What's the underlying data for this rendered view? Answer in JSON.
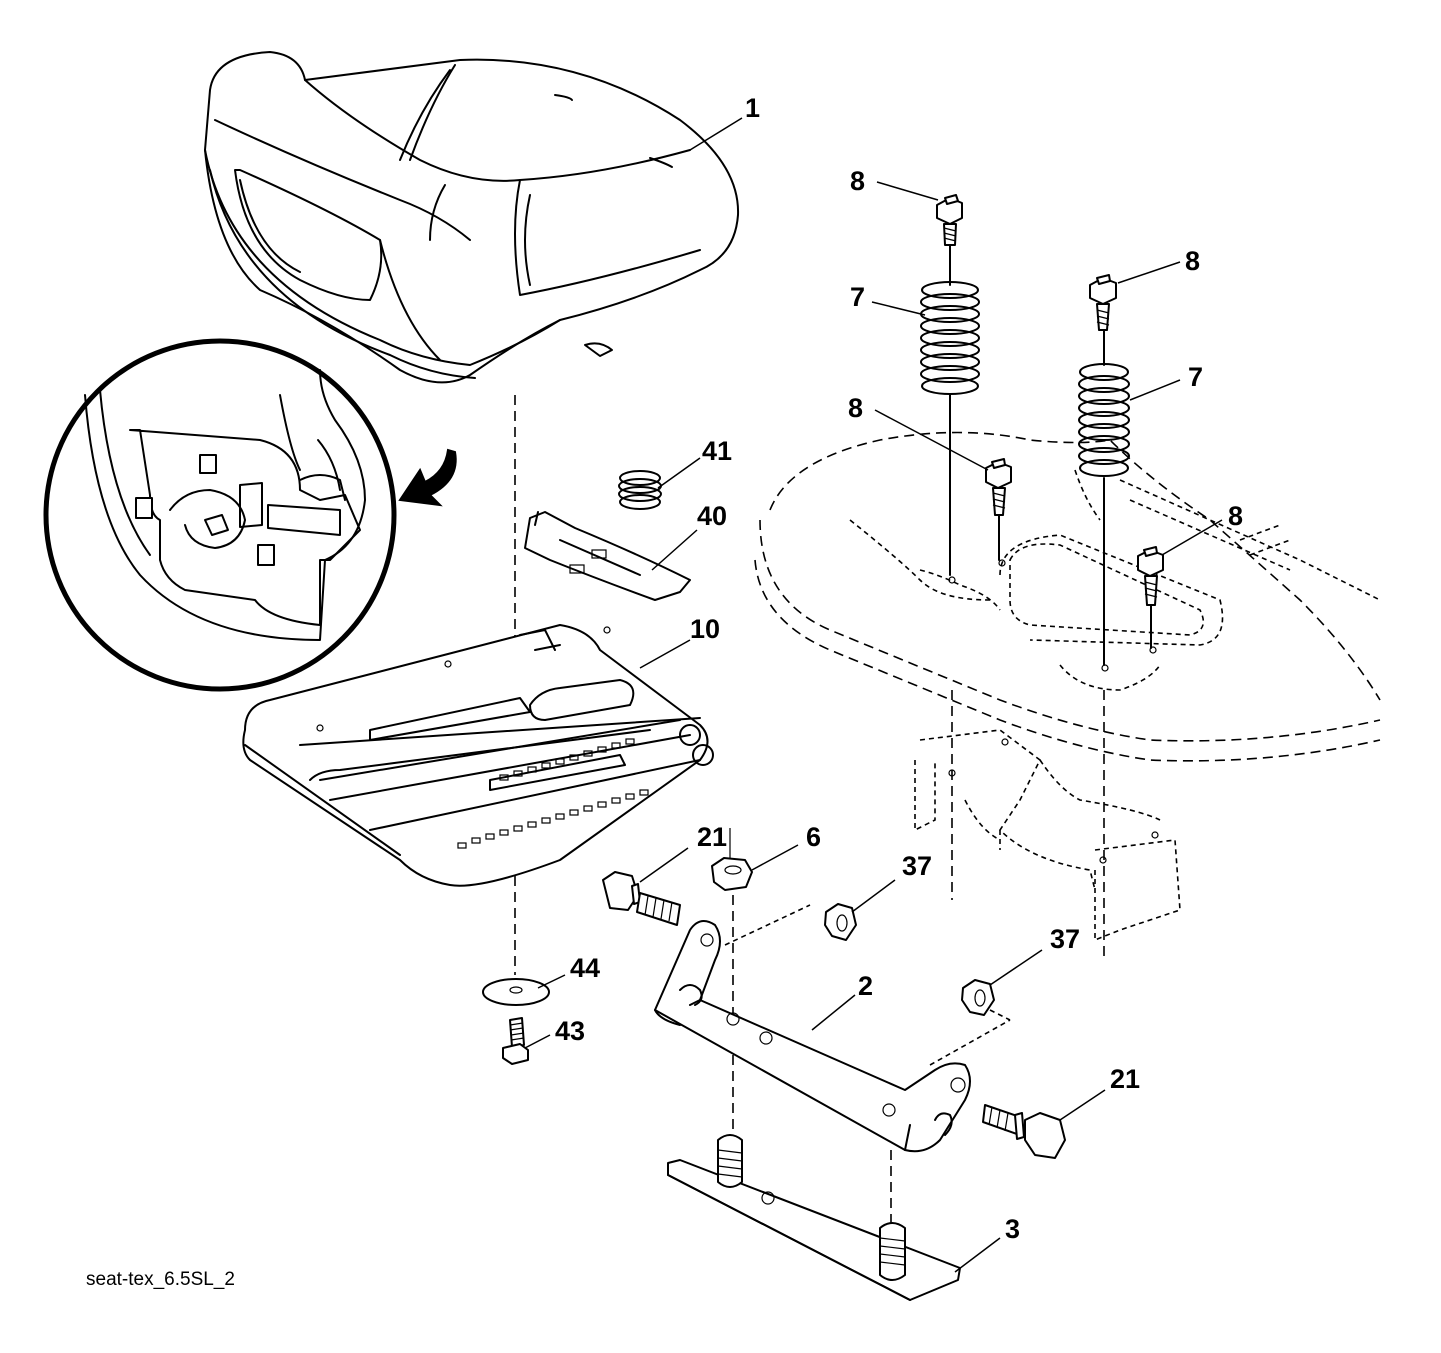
{
  "diagram": {
    "caption": "seat-tex_6.5SL_2",
    "callouts": [
      {
        "id": "c1",
        "text": "1"
      },
      {
        "id": "c8a",
        "text": "8"
      },
      {
        "id": "c8b",
        "text": "8"
      },
      {
        "id": "c7a",
        "text": "7"
      },
      {
        "id": "c7b",
        "text": "7"
      },
      {
        "id": "c8c",
        "text": "8"
      },
      {
        "id": "c8d",
        "text": "8"
      },
      {
        "id": "c41",
        "text": "41"
      },
      {
        "id": "c40",
        "text": "40"
      },
      {
        "id": "c10",
        "text": "10"
      },
      {
        "id": "c21a",
        "text": "21"
      },
      {
        "id": "c6",
        "text": "6"
      },
      {
        "id": "c37a",
        "text": "37"
      },
      {
        "id": "c37b",
        "text": "37"
      },
      {
        "id": "c44",
        "text": "44"
      },
      {
        "id": "c2",
        "text": "2"
      },
      {
        "id": "c43",
        "text": "43"
      },
      {
        "id": "c21b",
        "text": "21"
      },
      {
        "id": "c3",
        "text": "3"
      }
    ]
  }
}
